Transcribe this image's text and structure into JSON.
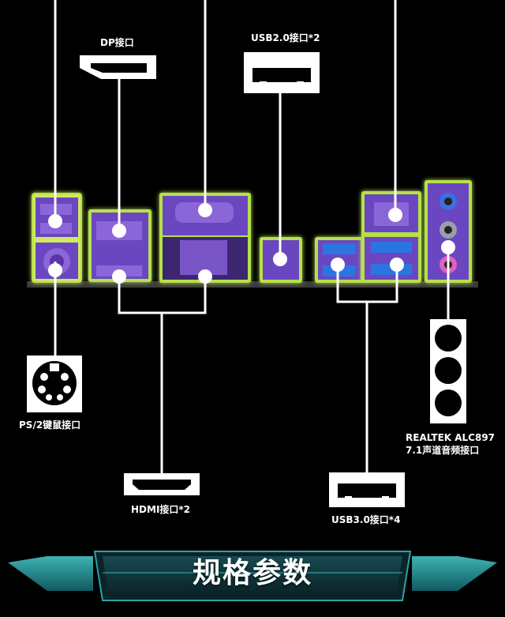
{
  "labels": {
    "dp": "DP接口",
    "usb20": "USB2.0接口*2",
    "ps2": "PS/2键鼠接口",
    "hdmi": "HDMI接口*2",
    "usb30": "USB3.0接口*4",
    "audio_line1": "REALTEK ALC897",
    "audio_line2": "7.1声道音频接口"
  },
  "banner": {
    "title": "规格参数"
  },
  "colors": {
    "background": "#000000",
    "port_fill": "#6b46c1",
    "port_glow": "#a6d33a",
    "line": "#ffffff",
    "banner_teal": "#1f7f85",
    "banner_dark": "#0e2e33"
  },
  "icons": [
    "displayport-icon",
    "usb-a-icon",
    "ps2-icon",
    "hdmi-icon",
    "usb-a-icon",
    "audio-jack-icon"
  ]
}
